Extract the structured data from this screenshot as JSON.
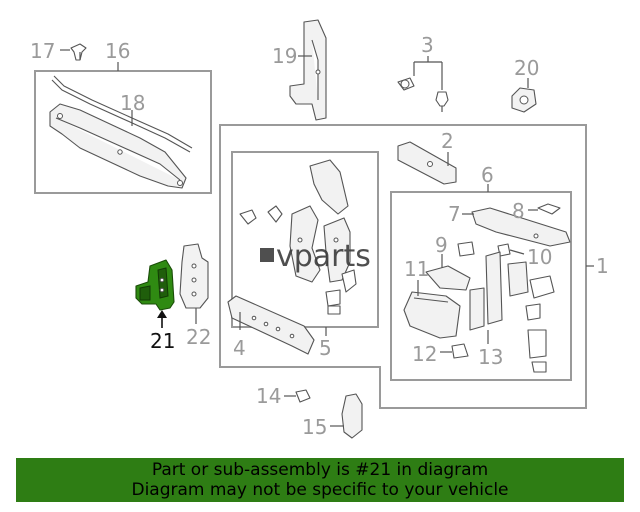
{
  "watermark": "vparts",
  "callouts": {
    "c1": "1",
    "c2": "2",
    "c3": "3",
    "c4": "4",
    "c5": "5",
    "c6": "6",
    "c7": "7",
    "c8": "8",
    "c9": "9",
    "c10": "10",
    "c11": "11",
    "c12": "12",
    "c13": "13",
    "c14": "14",
    "c15": "15",
    "c16": "16",
    "c17": "17",
    "c18": "18",
    "c19": "19",
    "c20": "20",
    "c21": "21",
    "c22": "22"
  },
  "highlight": {
    "part_number": "21",
    "color": "#2e7d14"
  },
  "banner": {
    "line1": "Part or sub-assembly is #21 in diagram",
    "line2": "Diagram may not be specific to your vehicle",
    "color": "#2e7d14"
  }
}
